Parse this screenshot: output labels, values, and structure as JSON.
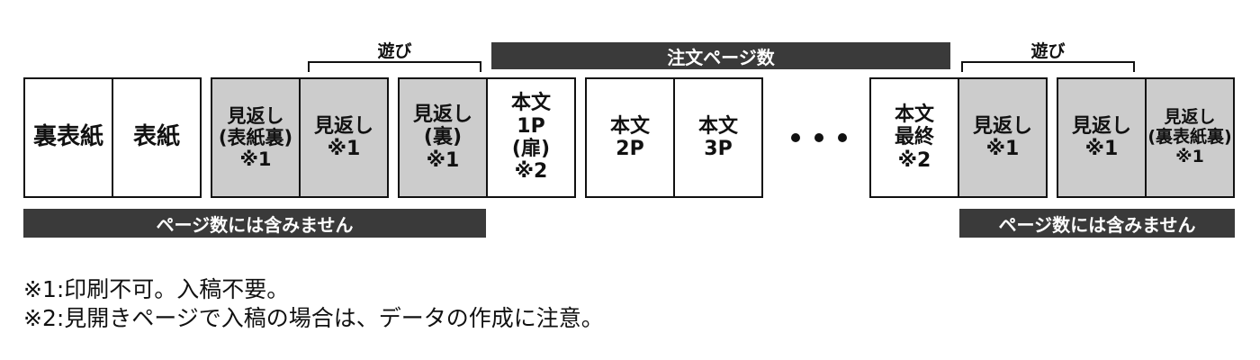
{
  "brackets": {
    "play_left": "遊び",
    "play_right": "遊び",
    "ordered_pages": "注文ページ数"
  },
  "cells": {
    "back_cover": "裏表紙",
    "front_cover": "表紙",
    "endpaper_inside_front": "見返し\n(表紙裏)\n※1",
    "endpaper_1": "見返し\n※1",
    "endpaper_back_side": "見返し\n(裏)\n※1",
    "body_1p": "本文\n1P\n(扉)\n※2",
    "body_2p": "本文\n2P",
    "body_3p": "本文\n3P",
    "body_last": "本文\n最終\n※2",
    "endpaper_right_1": "見返し\n※1",
    "endpaper_right_2": "見返し\n※1",
    "endpaper_inside_back": "見返し\n(裏表紙裏)\n※1"
  },
  "bottom_bars": {
    "excluded_left": "ページ数には含みません",
    "excluded_right": "ページ数には含みません"
  },
  "notes": {
    "note1": "※1:印刷不可。入稿不要。",
    "note2": "※2:見開きページで入稿の場合は、データの作成に注意。"
  },
  "colors": {
    "dark_bar": "#3a3a3a",
    "gray_cell": "#cccccc"
  }
}
